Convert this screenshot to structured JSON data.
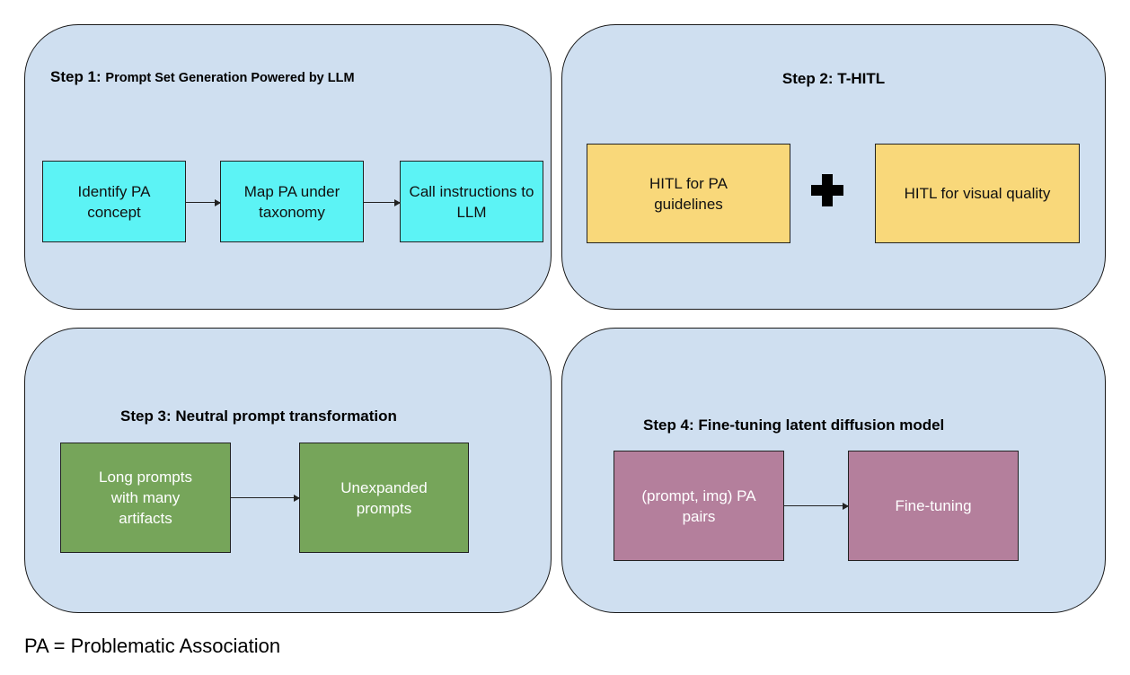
{
  "step1": {
    "title_prefix": "Step 1:",
    "title_rest": "Prompt Set Generation Powered by LLM",
    "boxes": [
      "Identify PA concept",
      "Map PA under taxonomy",
      "Call instructions to LLM"
    ]
  },
  "step2": {
    "title": "Step 2: T-HITL",
    "boxes": [
      "HITL for PA guidelines",
      "HITL for visual quality"
    ]
  },
  "step3": {
    "title": "Step 3: Neutral prompt transformation",
    "boxes": [
      "Long prompts with many artifacts",
      "Unexpanded prompts"
    ]
  },
  "step4": {
    "title": "Step 4: Fine-tuning latent diffusion model",
    "boxes": [
      "(prompt, img) PA pairs",
      "Fine-tuning"
    ]
  },
  "footnote": "PA = Problematic Association",
  "colors": {
    "panel_bg": "#cfdff0",
    "cyan_box": "#5cf3f5",
    "yellow_box": "#f9d87a",
    "green_box": "#76a55a",
    "mauve_box": "#b47f9c"
  }
}
